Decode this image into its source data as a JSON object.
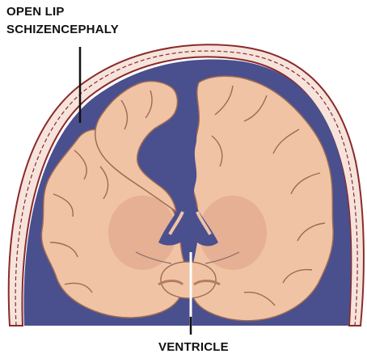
{
  "labels": {
    "open_lip_line1": "OPEN LIP",
    "open_lip_line2": "SCHIZENCEPHALY",
    "ventricle": "VENTRICLE"
  },
  "colors": {
    "background": "#ffffff",
    "skull_fill": "#f6e4dc",
    "skull_outline": "#8b2a2a",
    "csf_space": "#4a4f8e",
    "brain_tissue": "#f0c3a4",
    "brain_outline": "#9c6b55",
    "deep_structures": "#e3ad91",
    "leader_line": "#ffffff",
    "text": "#111111"
  }
}
